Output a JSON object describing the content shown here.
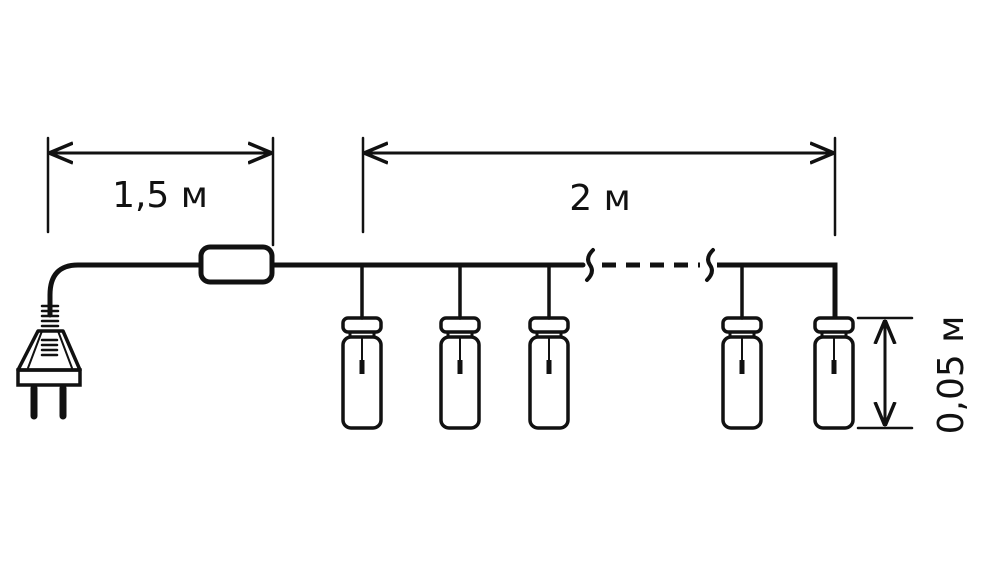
{
  "dimensions": {
    "cord_length": "1,5 м",
    "string_length": "2 м",
    "bulb_height": "0,05 м"
  },
  "colors": {
    "stroke": "#111111",
    "background": "#ffffff"
  },
  "bulb_count_shown": 5
}
